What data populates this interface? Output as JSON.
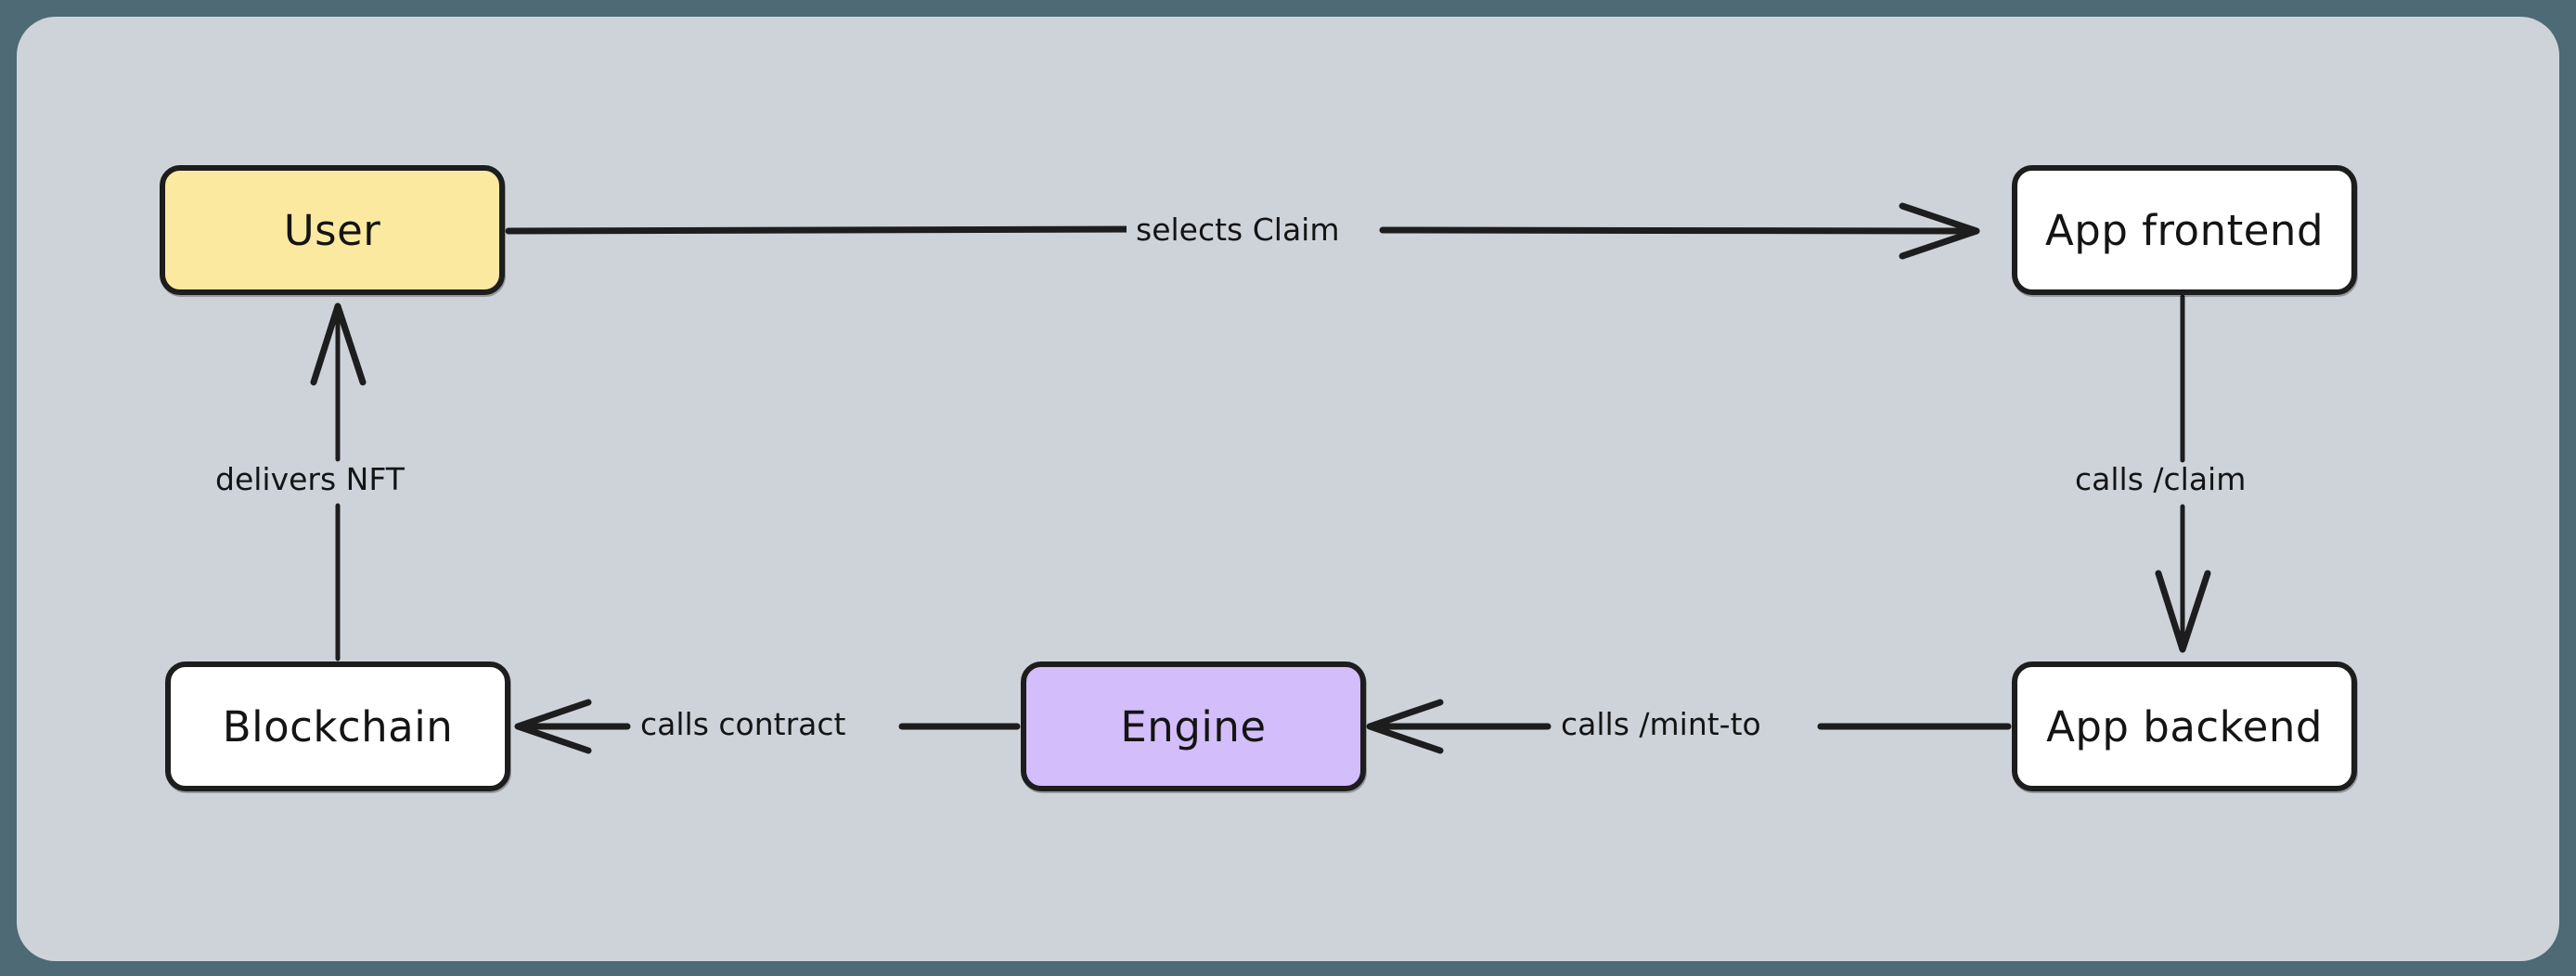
{
  "canvas": {
    "background_color": "#4e6a74",
    "panel_color": "#ced3da",
    "stroke_color": "#1d1d1d"
  },
  "diagram": {
    "type": "flowchart",
    "style": "hand-drawn",
    "nodes": [
      {
        "id": "user",
        "label": "User",
        "fill": "#fbe9a0",
        "shape": "rounded-rectangle"
      },
      {
        "id": "app-frontend",
        "label": "App frontend",
        "fill": "#ffffff",
        "shape": "rounded-rectangle"
      },
      {
        "id": "blockchain",
        "label": "Blockchain",
        "fill": "#ffffff",
        "shape": "rounded-rectangle"
      },
      {
        "id": "engine",
        "label": "Engine",
        "fill": "#d4bdfb",
        "shape": "rounded-rectangle"
      },
      {
        "id": "app-backend",
        "label": "App backend",
        "fill": "#ffffff",
        "shape": "rounded-rectangle"
      }
    ],
    "edges": [
      {
        "id": "user-to-frontend",
        "from": "user",
        "to": "app-frontend",
        "label": "selects Claim",
        "direction": "right"
      },
      {
        "id": "frontend-to-backend",
        "from": "app-frontend",
        "to": "app-backend",
        "label": "calls /claim",
        "direction": "down"
      },
      {
        "id": "backend-to-engine",
        "from": "app-backend",
        "to": "engine",
        "label": "calls /mint-to",
        "direction": "left"
      },
      {
        "id": "engine-to-blockchain",
        "from": "engine",
        "to": "blockchain",
        "label": "calls contract",
        "direction": "left"
      },
      {
        "id": "blockchain-to-user",
        "from": "blockchain",
        "to": "user",
        "label": "delivers NFT",
        "direction": "up"
      }
    ]
  },
  "labels": {
    "user": "User",
    "app_frontend": "App frontend",
    "blockchain": "Blockchain",
    "engine": "Engine",
    "app_backend": "App backend",
    "selects_claim": "selects Claim",
    "calls_claim": "calls /claim",
    "calls_mint_to": "calls /mint-to",
    "calls_contract": "calls contract",
    "delivers_nft": "delivers NFT"
  }
}
